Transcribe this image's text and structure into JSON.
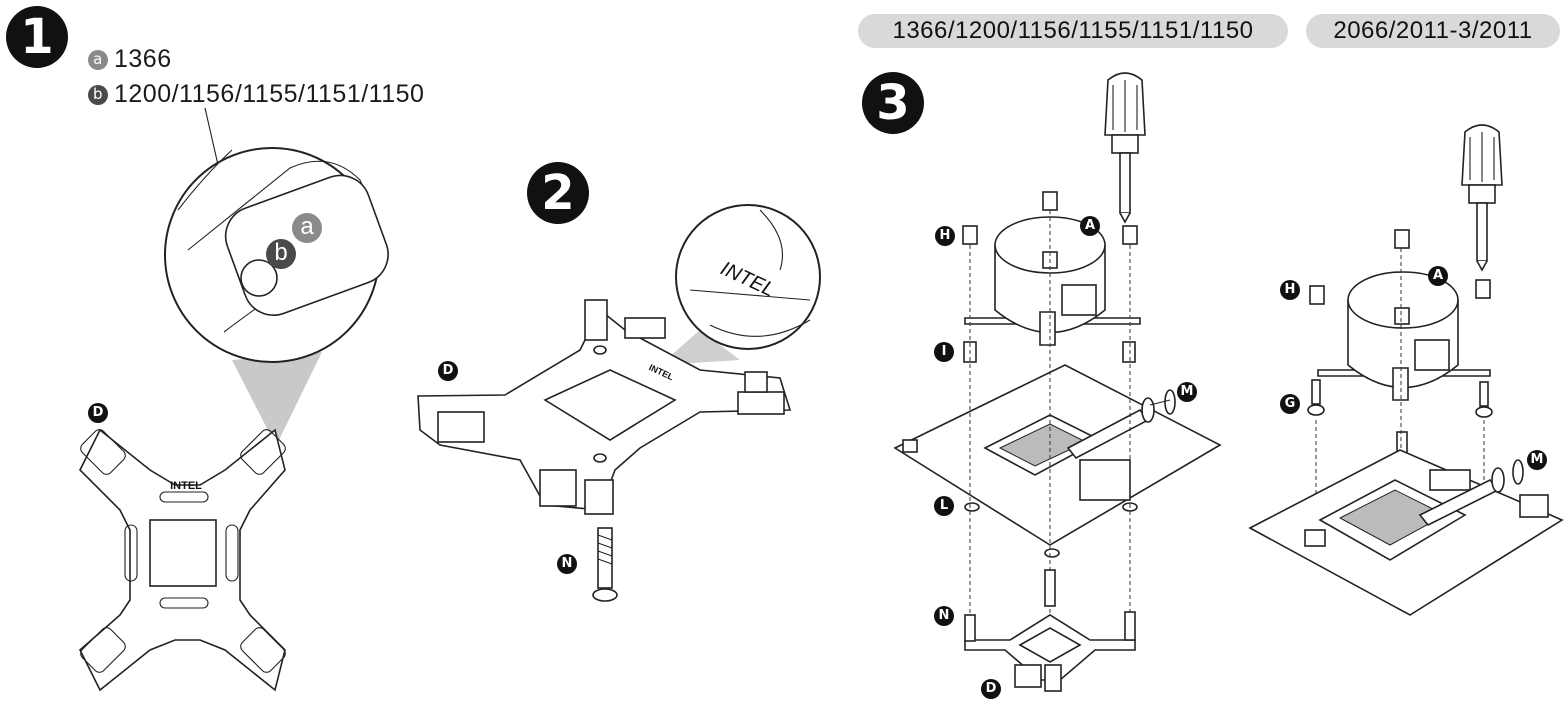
{
  "steps": {
    "one": "1",
    "two": "2",
    "three": "3"
  },
  "legend": {
    "a_letter": "a",
    "a_text": "1366",
    "b_letter": "b",
    "b_text": "1200/1156/1155/1151/1150"
  },
  "zoom_holes": {
    "a": "a",
    "b": "b"
  },
  "bracket_text": "INTEL",
  "zoom_text": "INTEL",
  "socket_pills": {
    "left": "1366/1200/1156/1155/1151/1150",
    "right": "2066/2011-3/2011"
  },
  "callouts": {
    "d1": "D",
    "d2": "D",
    "n2": "N",
    "a3": "A",
    "h3": "H",
    "i3": "I",
    "m3": "M",
    "l3": "L",
    "n3": "N",
    "d3": "D",
    "a4": "A",
    "h4": "H",
    "g4": "G",
    "m4": "M"
  },
  "icons": [
    "screwdriver-icon",
    "thermal-paste-syringe-icon",
    "magnifier-icon"
  ],
  "colors": {
    "ink": "#111111",
    "pill_bg": "#d9d9d9",
    "legend_a": "#8a8a8a",
    "legend_b": "#4a4a4a"
  }
}
